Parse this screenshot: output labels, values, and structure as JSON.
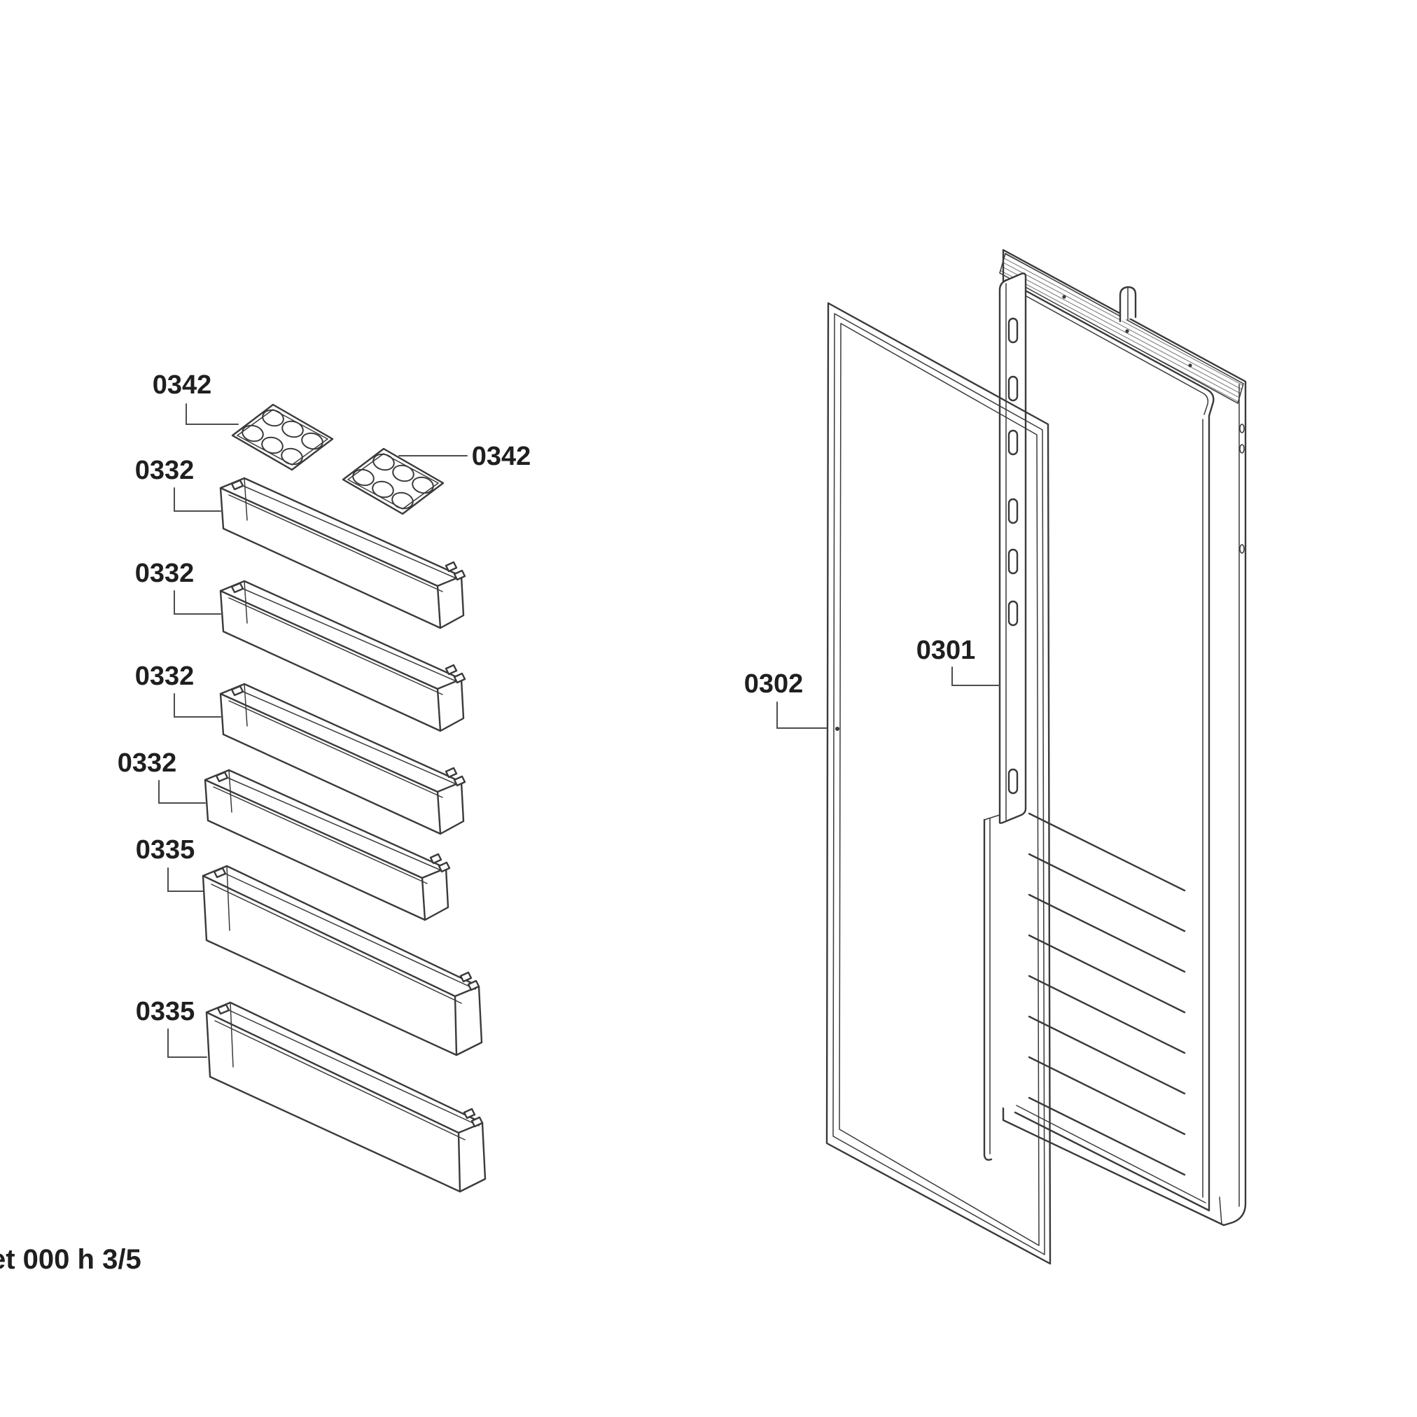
{
  "document": {
    "type": "appliance exploded parts diagram",
    "subject": "refrigerator door assembly with door bins, egg trays, gasket and inner door panel"
  },
  "colors": {
    "background": "#ffffff",
    "line": "#3a3a3a",
    "leader": "#4d4d4d",
    "label_text": "#1f1f1f"
  },
  "labels": [
    {
      "part": "egg-tray-top",
      "text": "0342"
    },
    {
      "part": "egg-tray-right",
      "text": "0342"
    },
    {
      "part": "door-shelf-1",
      "text": "0332"
    },
    {
      "part": "door-shelf-2",
      "text": "0332"
    },
    {
      "part": "door-shelf-3",
      "text": "0332"
    },
    {
      "part": "door-shelf-4",
      "text": "0332"
    },
    {
      "part": "door-bin-1",
      "text": "0335"
    },
    {
      "part": "door-bin-2",
      "text": "0335"
    },
    {
      "part": "door-gasket",
      "text": "0302"
    },
    {
      "part": "door-inner-liner",
      "text": "0301"
    }
  ],
  "footer": {
    "text": "et 000 h 3/5"
  }
}
